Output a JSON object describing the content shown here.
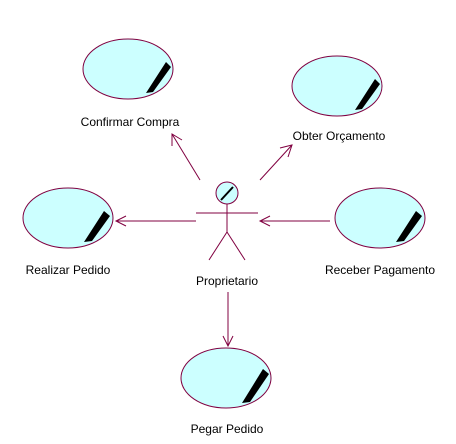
{
  "actor": {
    "label": "Proprietario"
  },
  "use_cases": [
    {
      "id": "uc-confirmar-compra",
      "label": "Confirmar Compra"
    },
    {
      "id": "uc-obter-orcamento",
      "label": "Obter Orçamento"
    },
    {
      "id": "uc-realizar-pedido",
      "label": "Realizar Pedido"
    },
    {
      "id": "uc-receber-pagamento",
      "label": "Receber Pagamento"
    },
    {
      "id": "uc-pegar-pedido",
      "label": "Pegar Pedido"
    }
  ],
  "colors": {
    "ellipse_fill": "#ccffff",
    "ellipse_stroke": "#800040",
    "line": "#800040",
    "text": "#000000"
  }
}
